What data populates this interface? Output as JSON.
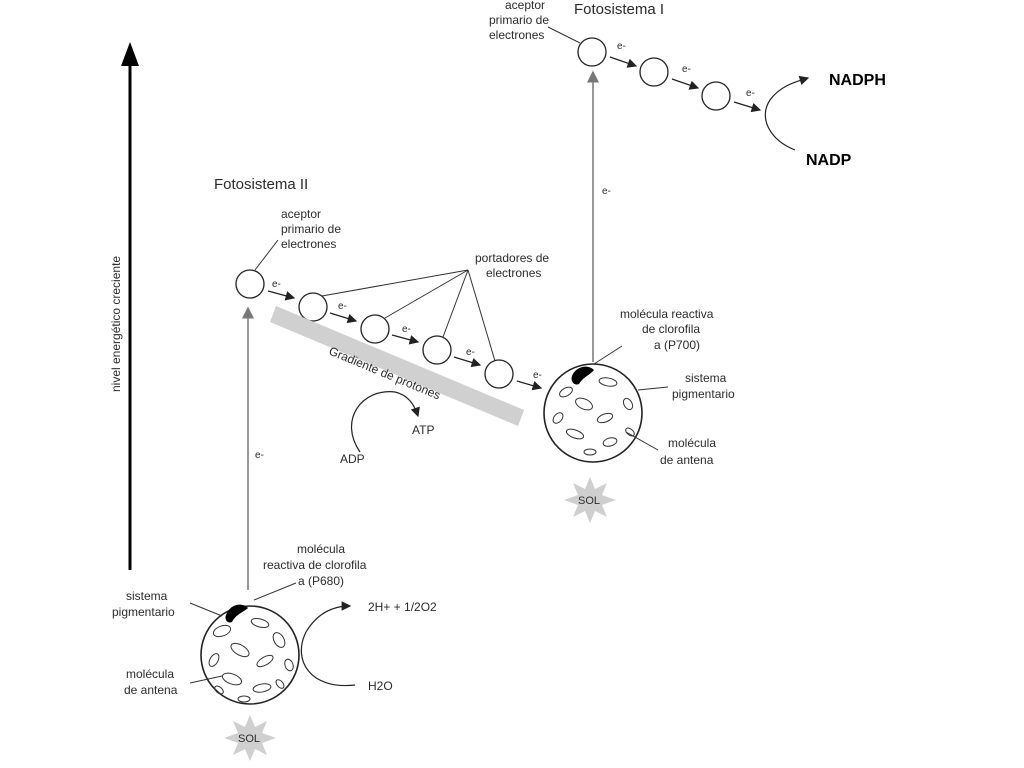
{
  "axis": {
    "label": "nivel energético creciente"
  },
  "ps1": {
    "title": "Fotosistema I",
    "acceptor": [
      "aceptor",
      "primario de",
      "electrones"
    ],
    "reactive": [
      "molécula reactiva",
      "de clorofila",
      "a (P700)"
    ],
    "pigment": [
      "sistema",
      "pigmentario"
    ],
    "antenna": [
      "molécula",
      "de antena"
    ],
    "sun": "SOL",
    "products": {
      "nadph": "NADPH",
      "nadp": "NADP"
    }
  },
  "ps2": {
    "title": "Fotosistema II",
    "acceptor": [
      "aceptor",
      "primario de",
      "electrones"
    ],
    "carriers": [
      "portadores de",
      "electrones"
    ],
    "gradient": "Gradiente de protones",
    "atp": "ATP",
    "adp": "ADP",
    "reactive": [
      "molécula",
      "reactiva de clorofila",
      "a (P680)"
    ],
    "pigment": [
      "sistema",
      "pigmentario"
    ],
    "antenna": [
      "molécula",
      "de antena"
    ],
    "sun": "SOL",
    "water_products": "2H+ + 1/2O2",
    "water": "H2O"
  },
  "electron": "e-"
}
